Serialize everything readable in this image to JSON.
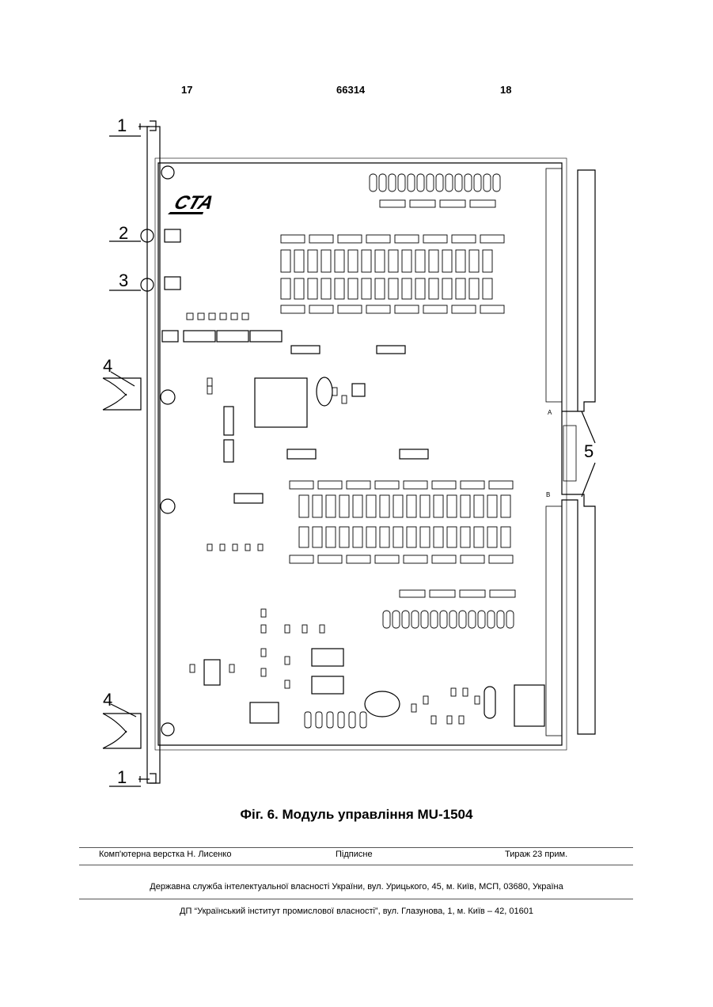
{
  "header": {
    "left_page": "17",
    "patent_number": "66314",
    "right_page": "18"
  },
  "figure": {
    "callouts": [
      "1",
      "2",
      "3",
      "4",
      "4",
      "1",
      "5"
    ],
    "logo_text": "CTA",
    "side_labels": {
      "a": "A",
      "b": "B"
    }
  },
  "caption": "Фіг. 6. Модуль управління MU-1504",
  "footer": {
    "typesetting": "Комп'ютерна верстка Н. Лисенко",
    "signed": "Підписне",
    "circulation": "Тираж 23 прим.",
    "office": "Державна служба інтелектуальної власності України, вул. Урицького, 45, м. Київ, МСП, 03680, Україна",
    "institute": "ДП “Український інститут промислової власності”, вул. Глазунова, 1, м. Київ – 42, 01601"
  }
}
